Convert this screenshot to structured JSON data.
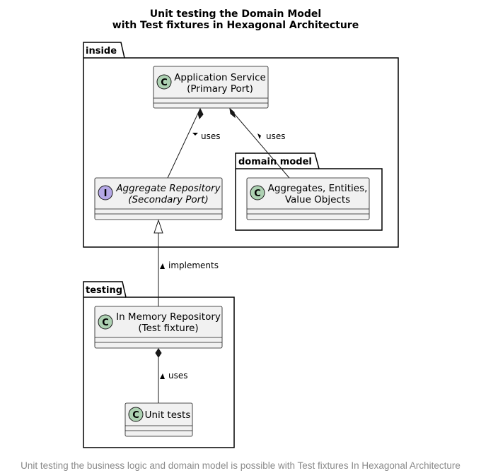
{
  "diagram": {
    "title_lines": [
      "Unit testing the Domain Model",
      "with Test fixtures in Hexagonal Architecture"
    ],
    "packages": [
      {
        "id": "inside",
        "label": "inside"
      },
      {
        "id": "domain",
        "label": "domain model"
      },
      {
        "id": "testing",
        "label": "testing"
      }
    ],
    "classes": [
      {
        "id": "app",
        "stereotype": "C",
        "lines": [
          "Application Service",
          "(Primary Port)"
        ],
        "italic": false
      },
      {
        "id": "agg",
        "stereotype": "I",
        "lines": [
          "Aggregate Repository",
          "(Secondary Port)"
        ],
        "italic": true
      },
      {
        "id": "ent",
        "stereotype": "C",
        "lines": [
          "Aggregates, Entities,",
          "Value Objects"
        ],
        "italic": false
      },
      {
        "id": "mem",
        "stereotype": "C",
        "lines": [
          "In Memory Repository",
          "(Test fixture)"
        ],
        "italic": false
      },
      {
        "id": "unit",
        "stereotype": "C",
        "lines": [
          "Unit tests"
        ],
        "italic": false
      }
    ],
    "edges": [
      {
        "from": "app",
        "to": "agg",
        "kind": "composition",
        "label": "uses"
      },
      {
        "from": "app",
        "to": "ent",
        "kind": "composition",
        "label": "uses"
      },
      {
        "from": "mem",
        "to": "agg",
        "kind": "realization",
        "label": "implements"
      },
      {
        "from": "mem",
        "to": "unit",
        "kind": "composition",
        "label": "uses"
      }
    ]
  },
  "caption": "Unit testing the business logic and domain model is possible with Test fixtures In Hexagonal Architecture",
  "colors": {
    "class_fill": "#f1f1f1",
    "class_stroke": "#181818",
    "class_badge": "#add1b2",
    "interface_badge": "#b4a7e5",
    "caption_text": "#8a8a8a"
  }
}
